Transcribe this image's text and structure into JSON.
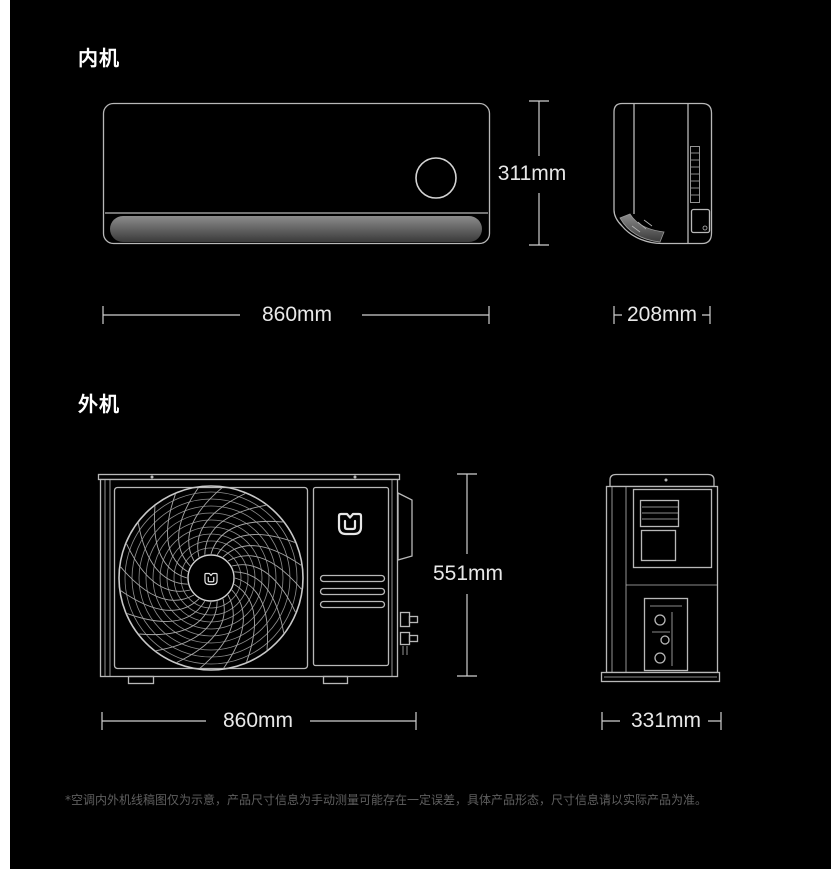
{
  "indoor_unit": {
    "title": "内机",
    "height_label": "311mm",
    "width_label": "860mm",
    "depth_label": "208mm"
  },
  "outdoor_unit": {
    "title": "外机",
    "height_label": "551mm",
    "width_label": "860mm",
    "depth_label": "331mm"
  },
  "footnote": "*空调内外机线稿图仅为示意，产品尺寸信息为手动测量可能存在一定误差，具体产品形态，尺寸信息请以实际产品为准。",
  "colors": {
    "background": "#000000",
    "line_art": "#b8b8b8",
    "dimension_line": "#cfcfcf",
    "dimension_text": "#e8e8e8",
    "heading_text": "#ffffff",
    "footnote_text": "#5f5f5f"
  },
  "icons": {
    "brand_logo": "mijia-logo-icon"
  }
}
